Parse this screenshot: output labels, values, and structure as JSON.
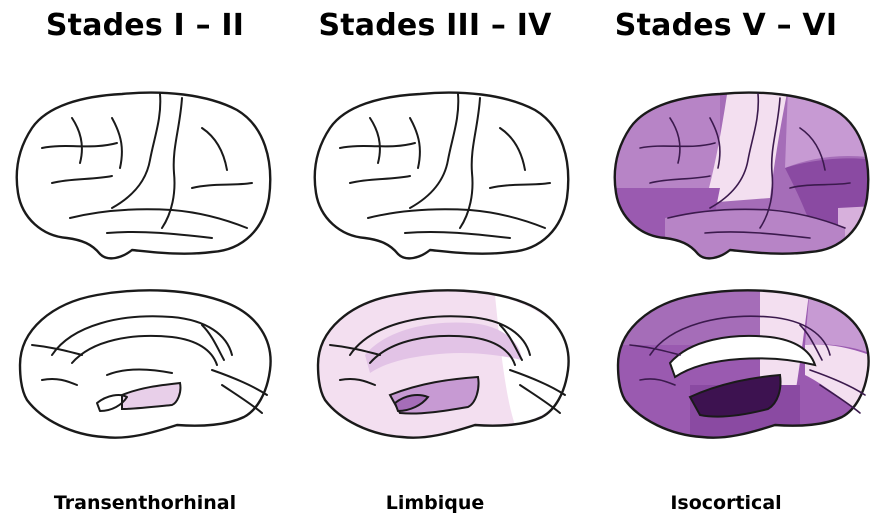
{
  "stages": [
    {
      "title": "Stades I – II",
      "label": "Transenthorhinal"
    },
    {
      "title": "Stades III – IV",
      "label": "Limbique"
    },
    {
      "title": "Stades V – VI",
      "label": "Isocortical"
    }
  ],
  "colors": {
    "outline": "#1a1a1a",
    "very_light": "#f3dff0",
    "light": "#e2c3e6",
    "medium": "#c79ad3",
    "strong": "#a56db8",
    "dark": "#8a4aa2",
    "darkest": "#3d1250"
  }
}
